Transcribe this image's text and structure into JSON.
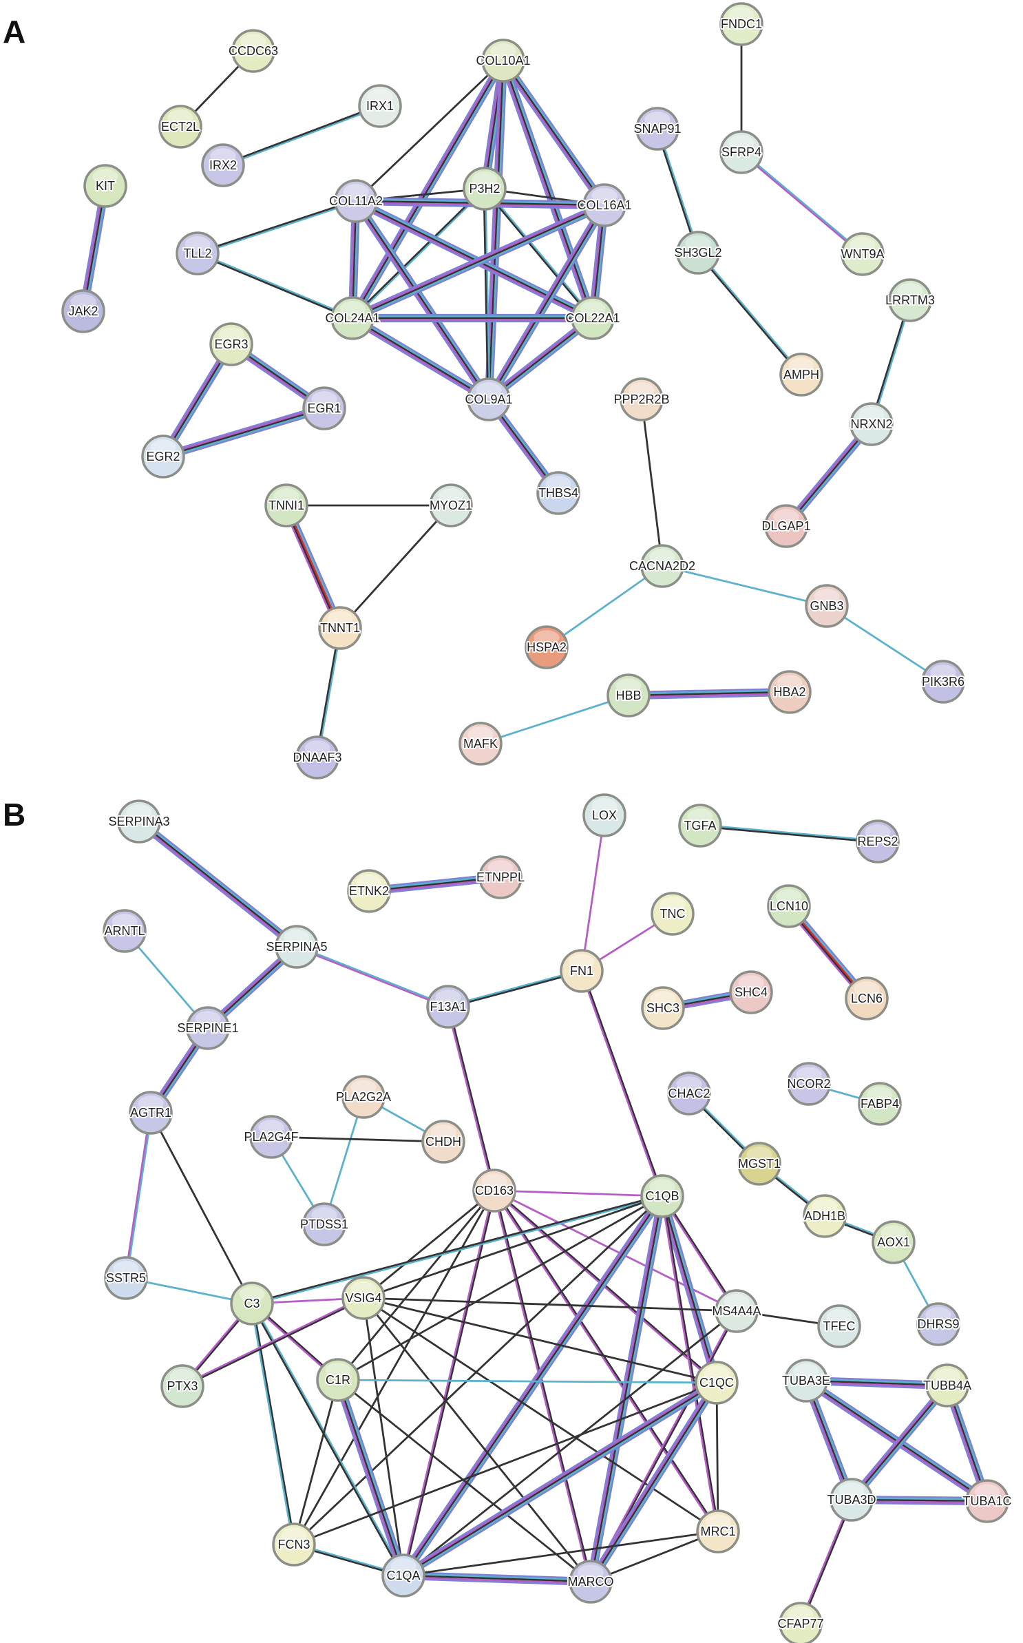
{
  "panels": [
    {
      "letter": "A",
      "nodes": [
        {
          "id": "CCDC63",
          "color": "#e3ecc3"
        },
        {
          "id": "ECT2L",
          "color": "#dfe8bd"
        },
        {
          "id": "IRX1",
          "color": "#e3ece6"
        },
        {
          "id": "IRX2",
          "color": "#c8c6e6"
        },
        {
          "id": "KIT",
          "color": "#d6e6bf"
        },
        {
          "id": "JAK2",
          "color": "#bbbbe0"
        },
        {
          "id": "COL10A1",
          "color": "#dde8c2"
        },
        {
          "id": "P3H2",
          "color": "#d3e6c4"
        },
        {
          "id": "COL11A2",
          "color": "#cbcbe8"
        },
        {
          "id": "COL16A1",
          "color": "#cbcbe8"
        },
        {
          "id": "TLL2",
          "color": "#c6c6e6"
        },
        {
          "id": "COL24A1",
          "color": "#d3e6c4"
        },
        {
          "id": "COL22A1",
          "color": "#d3e6c4"
        },
        {
          "id": "COL9A1",
          "color": "#cbd0e8"
        },
        {
          "id": "THBS4",
          "color": "#cad6ee"
        },
        {
          "id": "EGR3",
          "color": "#e0ebc4"
        },
        {
          "id": "EGR1",
          "color": "#c8c6e6"
        },
        {
          "id": "EGR2",
          "color": "#d6e2f0"
        },
        {
          "id": "TNNI1",
          "color": "#d3e6c4"
        },
        {
          "id": "MYOZ1",
          "color": "#dbe9e0"
        },
        {
          "id": "TNNT1",
          "color": "#f6e2c5"
        },
        {
          "id": "DNAAF3",
          "color": "#c2c0e4"
        },
        {
          "id": "FNDC1",
          "color": "#e1ecc8"
        },
        {
          "id": "SFRP4",
          "color": "#dbe9e3"
        },
        {
          "id": "WNT9A",
          "color": "#dfeccb"
        },
        {
          "id": "SNAP91",
          "color": "#c8c6e6"
        },
        {
          "id": "SH3GL2",
          "color": "#c9e0d3"
        },
        {
          "id": "AMPH",
          "color": "#f4e1c6"
        },
        {
          "id": "LRRTM3",
          "color": "#d6e8cf"
        },
        {
          "id": "NRXN2",
          "color": "#dbe9e8"
        },
        {
          "id": "DLGAP1",
          "color": "#ecc5c2"
        },
        {
          "id": "PPP2R2B",
          "color": "#f1dbc9"
        },
        {
          "id": "CACNA2D2",
          "color": "#d6e8cf"
        },
        {
          "id": "HSPA2",
          "color": "#e99b7d"
        },
        {
          "id": "GNB3",
          "color": "#ebd2cd"
        },
        {
          "id": "PIK3R6",
          "color": "#c2c0e4"
        },
        {
          "id": "HBB",
          "color": "#d3e6c4"
        },
        {
          "id": "HBA2",
          "color": "#eccdbf"
        },
        {
          "id": "MAFK",
          "color": "#efd3cc"
        }
      ],
      "edges": [
        [
          "CCDC63",
          "ECT2L",
          "k"
        ],
        [
          "IRX1",
          "IRX2",
          "kb"
        ],
        [
          "KIT",
          "JAK2",
          "fn"
        ],
        [
          "COL10A1",
          "P3H2",
          "fn"
        ],
        [
          "COL10A1",
          "COL11A2",
          "bl"
        ],
        [
          "COL10A1",
          "COL16A1",
          "fn"
        ],
        [
          "COL10A1",
          "COL24A1",
          "fn"
        ],
        [
          "COL10A1",
          "COL22A1",
          "fn"
        ],
        [
          "COL10A1",
          "COL9A1",
          "fn"
        ],
        [
          "P3H2",
          "COL11A2",
          "k"
        ],
        [
          "P3H2",
          "COL16A1",
          "k"
        ],
        [
          "P3H2",
          "COL24A1",
          "kb"
        ],
        [
          "P3H2",
          "COL22A1",
          "kb"
        ],
        [
          "P3H2",
          "COL9A1",
          "kb"
        ],
        [
          "COL11A2",
          "COL16A1",
          "fn"
        ],
        [
          "COL11A2",
          "COL24A1",
          "fn"
        ],
        [
          "COL11A2",
          "COL22A1",
          "fn"
        ],
        [
          "COL11A2",
          "COL9A1",
          "fn"
        ],
        [
          "COL11A2",
          "TLL2",
          "kb"
        ],
        [
          "TLL2",
          "COL24A1",
          "kb"
        ],
        [
          "COL16A1",
          "COL24A1",
          "fn"
        ],
        [
          "COL16A1",
          "COL22A1",
          "fn"
        ],
        [
          "COL16A1",
          "COL9A1",
          "fn"
        ],
        [
          "COL24A1",
          "COL22A1",
          "fn"
        ],
        [
          "COL24A1",
          "COL9A1",
          "fn"
        ],
        [
          "COL22A1",
          "COL9A1",
          "fn"
        ],
        [
          "COL9A1",
          "THBS4",
          "fn"
        ],
        [
          "EGR3",
          "EGR1",
          "fn"
        ],
        [
          "EGR3",
          "EGR2",
          "fn"
        ],
        [
          "EGR1",
          "EGR2",
          "fn"
        ],
        [
          "TNNI1",
          "MYOZ1",
          "k"
        ],
        [
          "TNNI1",
          "TNNT1",
          "fr"
        ],
        [
          "MYOZ1",
          "TNNT1",
          "k"
        ],
        [
          "TNNT1",
          "DNAAF3",
          "kb"
        ],
        [
          "FNDC1",
          "SFRP4",
          "k"
        ],
        [
          "SFRP4",
          "WNT9A",
          "mb"
        ],
        [
          "SNAP91",
          "SH3GL2",
          "kb"
        ],
        [
          "SH3GL2",
          "AMPH",
          "kb"
        ],
        [
          "LRRTM3",
          "NRXN2",
          "kb"
        ],
        [
          "NRXN2",
          "DLGAP1",
          "fn"
        ],
        [
          "PPP2R2B",
          "CACNA2D2",
          "k"
        ],
        [
          "CACNA2D2",
          "HSPA2",
          "b"
        ],
        [
          "CACNA2D2",
          "GNB3",
          "b"
        ],
        [
          "GNB3",
          "PIK3R6",
          "b"
        ],
        [
          "HBB",
          "HBA2",
          "fn"
        ],
        [
          "HBB",
          "MAFK",
          "b"
        ]
      ]
    },
    {
      "letter": "B",
      "nodes": [
        {
          "id": "SERPINA3",
          "color": "#d9e8e6"
        },
        {
          "id": "ETNK2",
          "color": "#eeeec6"
        },
        {
          "id": "ETNPPL",
          "color": "#ecc8c6"
        },
        {
          "id": "LOX",
          "color": "#d9e8e6"
        },
        {
          "id": "TGFA",
          "color": "#d3e6c4"
        },
        {
          "id": "REPS2",
          "color": "#c2c0e4"
        },
        {
          "id": "ARNTL",
          "color": "#c8c6e6"
        },
        {
          "id": "SERPINA5",
          "color": "#d9e8e6"
        },
        {
          "id": "SERPINE1",
          "color": "#c6c6e6"
        },
        {
          "id": "F13A1",
          "color": "#c6c6e6"
        },
        {
          "id": "FN1",
          "color": "#f3e5c8"
        },
        {
          "id": "TNC",
          "color": "#eeeec6"
        },
        {
          "id": "LCN10",
          "color": "#d3e6c4"
        },
        {
          "id": "LCN6",
          "color": "#f1d9c0"
        },
        {
          "id": "SHC3",
          "color": "#f3e5c8"
        },
        {
          "id": "SHC4",
          "color": "#ecc8c6"
        },
        {
          "id": "PLA2G2A",
          "color": "#f1dbc9"
        },
        {
          "id": "AGTR1",
          "color": "#c6c6e6"
        },
        {
          "id": "PLA2G4F",
          "color": "#c8c6e6"
        },
        {
          "id": "CHDH",
          "color": "#f1dbc9"
        },
        {
          "id": "PTDSS1",
          "color": "#c6c6e6"
        },
        {
          "id": "NCOR2",
          "color": "#c8c6e6"
        },
        {
          "id": "FABP4",
          "color": "#d3e6c4"
        },
        {
          "id": "CHAC2",
          "color": "#c2c0e4"
        },
        {
          "id": "MGST1",
          "color": "#d8d38f"
        },
        {
          "id": "ADH1B",
          "color": "#eeeec6"
        },
        {
          "id": "AOX1",
          "color": "#d6e6bf"
        },
        {
          "id": "DHRS9",
          "color": "#c6c6e6"
        },
        {
          "id": "CD163",
          "color": "#f1dbc9"
        },
        {
          "id": "C1QB",
          "color": "#d3e6c4"
        },
        {
          "id": "SSTR5",
          "color": "#cfdcee"
        },
        {
          "id": "C3",
          "color": "#d6e6bf"
        },
        {
          "id": "VSIG4",
          "color": "#e3ecc3"
        },
        {
          "id": "MS4A4A",
          "color": "#dbe9e0"
        },
        {
          "id": "TFEC",
          "color": "#d9e8e6"
        },
        {
          "id": "PTX3",
          "color": "#d3e6cf"
        },
        {
          "id": "C1R",
          "color": "#d6e6bf"
        },
        {
          "id": "C1QC",
          "color": "#eeeec6"
        },
        {
          "id": "TUBA3E",
          "color": "#d9e8e6"
        },
        {
          "id": "TUBB4A",
          "color": "#e3ecc3"
        },
        {
          "id": "TUBA3D",
          "color": "#d9e8e6"
        },
        {
          "id": "TUBA1C",
          "color": "#ecc8c6"
        },
        {
          "id": "FCN3",
          "color": "#eeeec6"
        },
        {
          "id": "C1QA",
          "color": "#cfdcee"
        },
        {
          "id": "MARCO",
          "color": "#c6c6e6"
        },
        {
          "id": "MRC1",
          "color": "#f3e5c8"
        },
        {
          "id": "CFAP77",
          "color": "#e3ecc3"
        }
      ],
      "edges": [
        [
          "SERPINA3",
          "SERPINA5",
          "fn"
        ],
        [
          "ETNK2",
          "ETNPPL",
          "fn"
        ],
        [
          "TGFA",
          "REPS2",
          "kb"
        ],
        [
          "LCN10",
          "LCN6",
          "fr"
        ],
        [
          "SHC3",
          "SHC4",
          "fn"
        ],
        [
          "ARNTL",
          "SERPINE1",
          "b"
        ],
        [
          "SERPINA5",
          "SERPINE1",
          "fn"
        ],
        [
          "SERPINA5",
          "F13A1",
          "mb"
        ],
        [
          "F13A1",
          "FN1",
          "kb"
        ],
        [
          "FN1",
          "LOX",
          "m"
        ],
        [
          "FN1",
          "TNC",
          "m"
        ],
        [
          "FN1",
          "C1QB",
          "km"
        ],
        [
          "F13A1",
          "CD163",
          "km"
        ],
        [
          "SERPINE1",
          "AGTR1",
          "fn"
        ],
        [
          "AGTR1",
          "SSTR5",
          "mb"
        ],
        [
          "AGTR1",
          "C3",
          "k"
        ],
        [
          "SSTR5",
          "C3",
          "b"
        ],
        [
          "PLA2G2A",
          "CHDH",
          "b"
        ],
        [
          "PLA2G2A",
          "PTDSS1",
          "b"
        ],
        [
          "PLA2G4F",
          "CHDH",
          "k"
        ],
        [
          "PLA2G4F",
          "PTDSS1",
          "b"
        ],
        [
          "NCOR2",
          "FABP4",
          "b"
        ],
        [
          "CHAC2",
          "MGST1",
          "kb"
        ],
        [
          "MGST1",
          "ADH1B",
          "kb"
        ],
        [
          "ADH1B",
          "AOX1",
          "kb"
        ],
        [
          "AOX1",
          "DHRS9",
          "b"
        ],
        [
          "CD163",
          "C1QB",
          "m"
        ],
        [
          "CD163",
          "VSIG4",
          "k"
        ],
        [
          "CD163",
          "C1R",
          "k"
        ],
        [
          "CD163",
          "FCN3",
          "k"
        ],
        [
          "CD163",
          "C1QA",
          "km"
        ],
        [
          "CD163",
          "MARCO",
          "km"
        ],
        [
          "CD163",
          "C1QC",
          "km"
        ],
        [
          "CD163",
          "MS4A4A",
          "m"
        ],
        [
          "CD163",
          "MRC1",
          "km"
        ],
        [
          "C1QB",
          "C3",
          "kb"
        ],
        [
          "C1QB",
          "VSIG4",
          "k"
        ],
        [
          "C1QB",
          "C1R",
          "k"
        ],
        [
          "C1QB",
          "C1QC",
          "fn"
        ],
        [
          "C1QB",
          "C1QA",
          "fn"
        ],
        [
          "C1QB",
          "MARCO",
          "fn"
        ],
        [
          "C1QB",
          "MS4A4A",
          "km"
        ],
        [
          "C1QB",
          "MRC1",
          "km"
        ],
        [
          "C1QB",
          "FCN3",
          "k"
        ],
        [
          "C3",
          "VSIG4",
          "m"
        ],
        [
          "C3",
          "PTX3",
          "km"
        ],
        [
          "C3",
          "C1R",
          "km"
        ],
        [
          "C3",
          "FCN3",
          "bk"
        ],
        [
          "C3",
          "C1QA",
          "kb"
        ],
        [
          "VSIG4",
          "PTX3",
          "km"
        ],
        [
          "VSIG4",
          "MS4A4A",
          "k"
        ],
        [
          "VSIG4",
          "C1QC",
          "k"
        ],
        [
          "VSIG4",
          "C1QA",
          "k"
        ],
        [
          "VSIG4",
          "MARCO",
          "k"
        ],
        [
          "VSIG4",
          "MRC1",
          "k"
        ],
        [
          "MS4A4A",
          "TFEC",
          "k"
        ],
        [
          "MS4A4A",
          "C1QA",
          "k"
        ],
        [
          "MS4A4A",
          "MARCO",
          "km"
        ],
        [
          "C1R",
          "C1QC",
          "b"
        ],
        [
          "C1R",
          "C1QA",
          "fn"
        ],
        [
          "C1R",
          "FCN3",
          "k"
        ],
        [
          "C1R",
          "MARCO",
          "k"
        ],
        [
          "C1QC",
          "FCN3",
          "k"
        ],
        [
          "C1QC",
          "C1QA",
          "fn"
        ],
        [
          "C1QC",
          "MARCO",
          "fn"
        ],
        [
          "C1QC",
          "MRC1",
          "k"
        ],
        [
          "FCN3",
          "C1QA",
          "kb"
        ],
        [
          "C1QA",
          "MARCO",
          "fn"
        ],
        [
          "C1QA",
          "MRC1",
          "k"
        ],
        [
          "MARCO",
          "MRC1",
          "k"
        ],
        [
          "TUBA3E",
          "TUBB4A",
          "fn"
        ],
        [
          "TUBA3E",
          "TUBA3D",
          "fn"
        ],
        [
          "TUBA3E",
          "TUBA1C",
          "fn"
        ],
        [
          "TUBB4A",
          "TUBA3D",
          "fn"
        ],
        [
          "TUBB4A",
          "TUBA1C",
          "fn"
        ],
        [
          "TUBA3D",
          "TUBA1C",
          "fn"
        ],
        [
          "TUBA3D",
          "CFAP77",
          "km"
        ]
      ]
    }
  ]
}
